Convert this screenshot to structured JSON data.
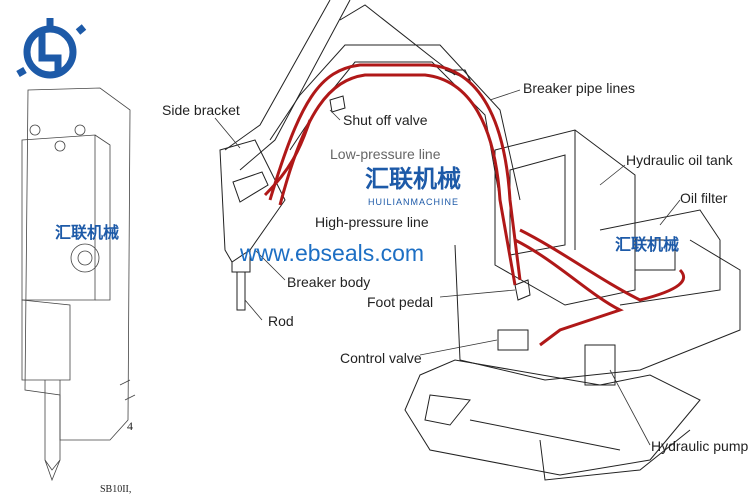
{
  "labels": {
    "side_bracket": "Side bracket",
    "shut_off_valve": "Shut off valve",
    "breaker_pipe_lines": "Breaker pipe lines",
    "low_pressure_line": "Low-pressure line",
    "high_pressure_line": "High-pressure line",
    "breaker_body": "Breaker body",
    "rod": "Rod",
    "hydraulic_oil_tank": "Hydraulic oil tank",
    "oil_filter": "Oil filter",
    "foot_pedal": "Foot pedal",
    "control_valve": "Control valve",
    "hydraulic_pump": "Hydraulic pump"
  },
  "website": "www.ebseals.com",
  "watermark": {
    "cn": "汇联机械",
    "en": "HUILIANMACHINE"
  },
  "model_note": "SB10II,",
  "callout_number": "4",
  "colors": {
    "pipe": "#b01818",
    "brand": "#1d5aa8",
    "line": "#222222"
  }
}
